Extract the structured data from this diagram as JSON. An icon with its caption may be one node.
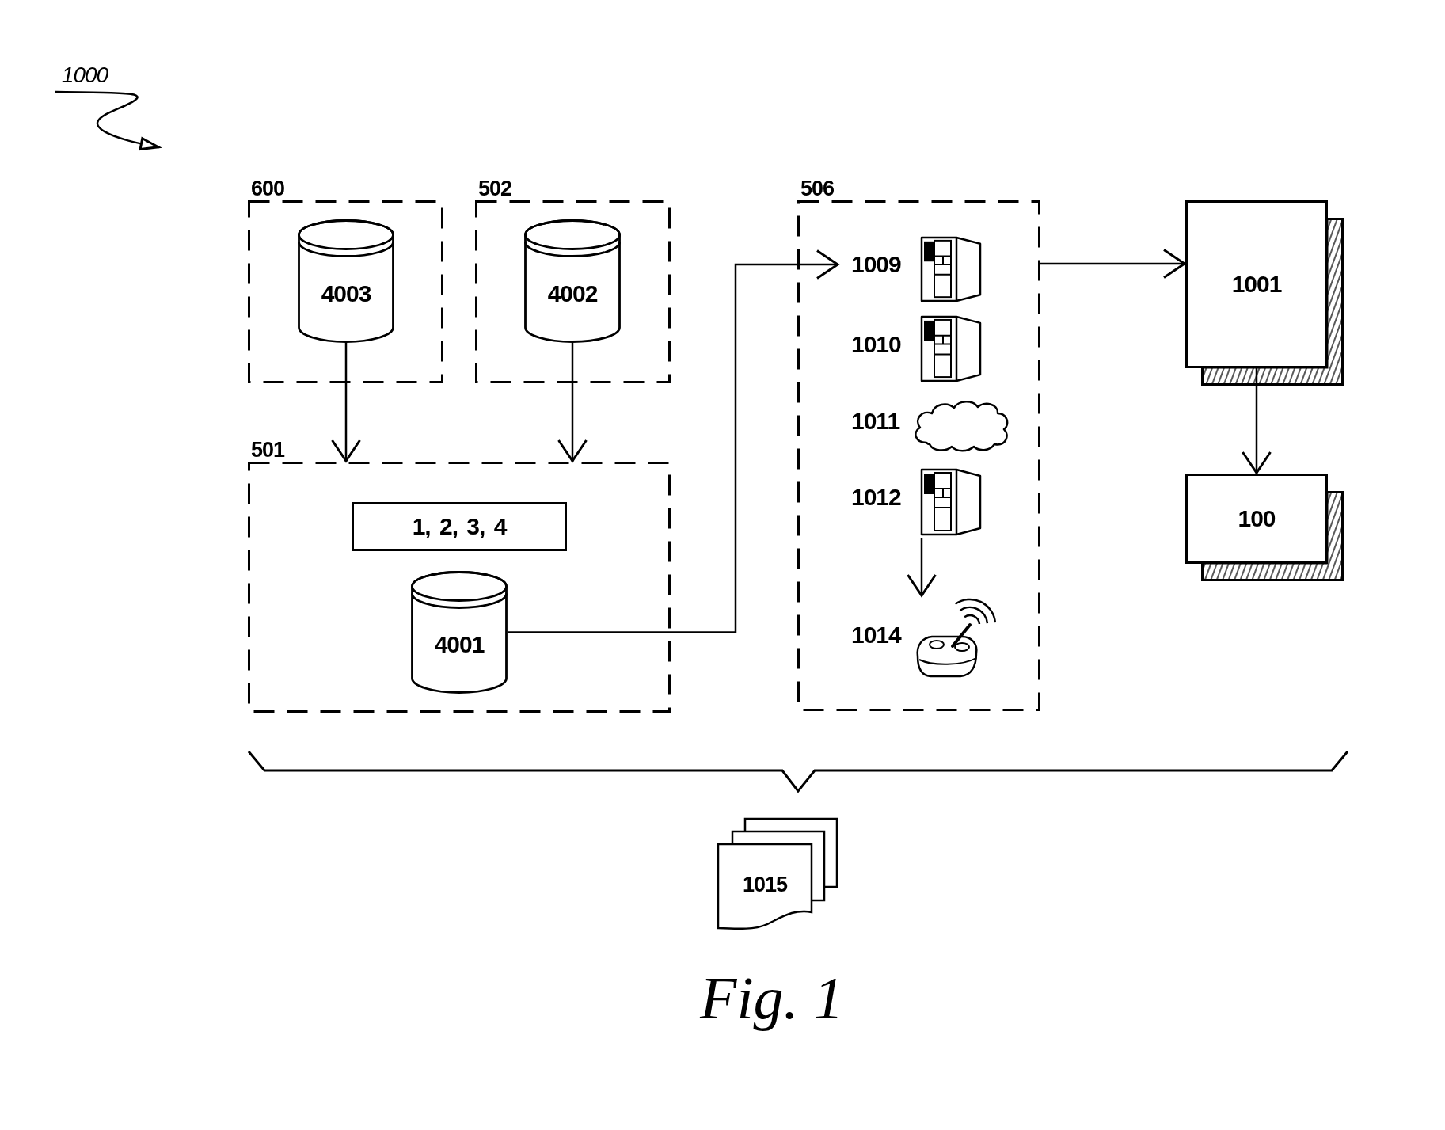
{
  "diagram": {
    "caption": "Fig. 1",
    "nodes": [
      {
        "text": [
          "1000"
        ]
      },
      {
        "text": [
          "600"
        ]
      },
      {
        "text": [
          "4003"
        ],
        "in": 1
      },
      {
        "text": [
          "502"
        ]
      },
      {
        "text": [
          "4002"
        ],
        "in": 3
      },
      {
        "text": [
          "501"
        ]
      },
      {
        "text": [
          "1, 2, 3, 4"
        ],
        "in": 5
      },
      {
        "text": [
          "4001"
        ],
        "in": 5
      },
      {
        "text": [
          "506"
        ]
      },
      {
        "text": [
          "1009"
        ],
        "in": 8
      },
      {
        "text": [
          "1010"
        ],
        "in": 8
      },
      {
        "text": [
          "1011"
        ],
        "in": 8
      },
      {
        "text": [
          "1012"
        ],
        "in": 8
      },
      {
        "text": [
          "1014"
        ],
        "in": 8
      },
      {
        "text": [
          "1001"
        ]
      },
      {
        "text": [
          "100"
        ]
      },
      {
        "text": [
          "1015"
        ]
      }
    ],
    "edges": [
      {
        "from": 0,
        "to": null,
        "arrow": "to"
      },
      {
        "from": 2,
        "to": 5,
        "arrow": "to"
      },
      {
        "from": 4,
        "to": 5,
        "arrow": "to"
      },
      {
        "from": 7,
        "to": 9,
        "arrow": "to"
      },
      {
        "from": 8,
        "to": 14,
        "arrow": "to"
      },
      {
        "from": 14,
        "to": 15,
        "arrow": "to"
      },
      {
        "from": 12,
        "to": 13,
        "arrow": "to"
      }
    ]
  }
}
